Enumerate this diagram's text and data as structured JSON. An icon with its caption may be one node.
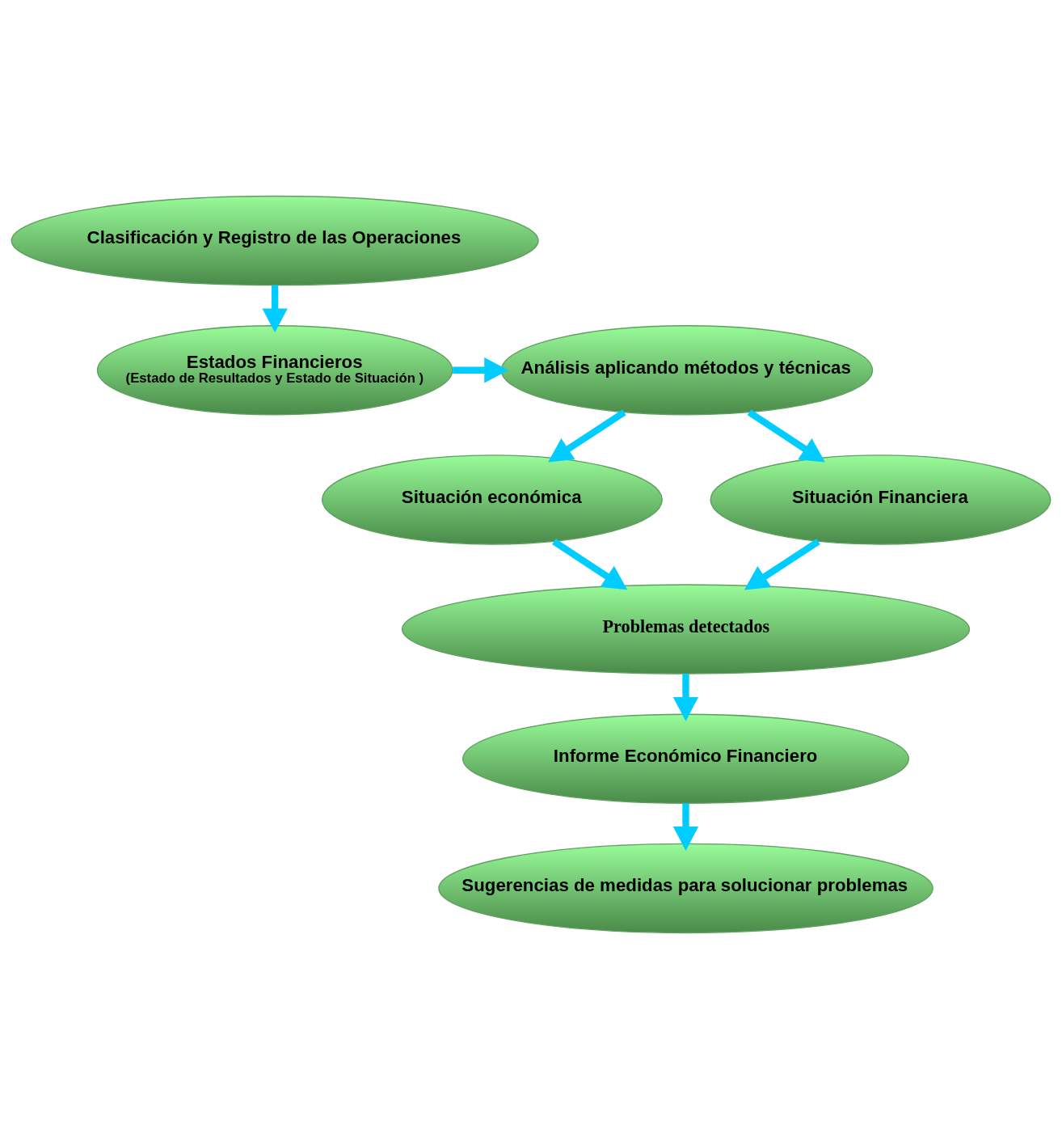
{
  "diagram": {
    "nodes": [
      {
        "text": [
          "Clasificación y Registro de las Operaciones"
        ]
      },
      {
        "text": [
          "Estados Financieros",
          "(Estado de Resultados y Estado de Situación )"
        ]
      },
      {
        "text": [
          "Análisis aplicando métodos y técnicas"
        ]
      },
      {
        "text": [
          "Situación económica"
        ]
      },
      {
        "text": [
          "Situación Financiera"
        ]
      },
      {
        "text": [
          "Problemas detectados"
        ]
      },
      {
        "text": [
          "Informe Económico Financiero"
        ]
      },
      {
        "text": [
          "Sugerencias de medidas para solucionar problemas"
        ]
      }
    ],
    "edges": [
      {
        "from": 0,
        "to": 1,
        "arrow": "to"
      },
      {
        "from": 1,
        "to": 2,
        "arrow": "to"
      },
      {
        "from": 2,
        "to": 3,
        "arrow": "to"
      },
      {
        "from": 2,
        "to": 4,
        "arrow": "to"
      },
      {
        "from": 3,
        "to": 5,
        "arrow": "to"
      },
      {
        "from": 4,
        "to": 5,
        "arrow": "to"
      },
      {
        "from": 5,
        "to": 6,
        "arrow": "to"
      },
      {
        "from": 6,
        "to": 7,
        "arrow": "to"
      }
    ]
  }
}
